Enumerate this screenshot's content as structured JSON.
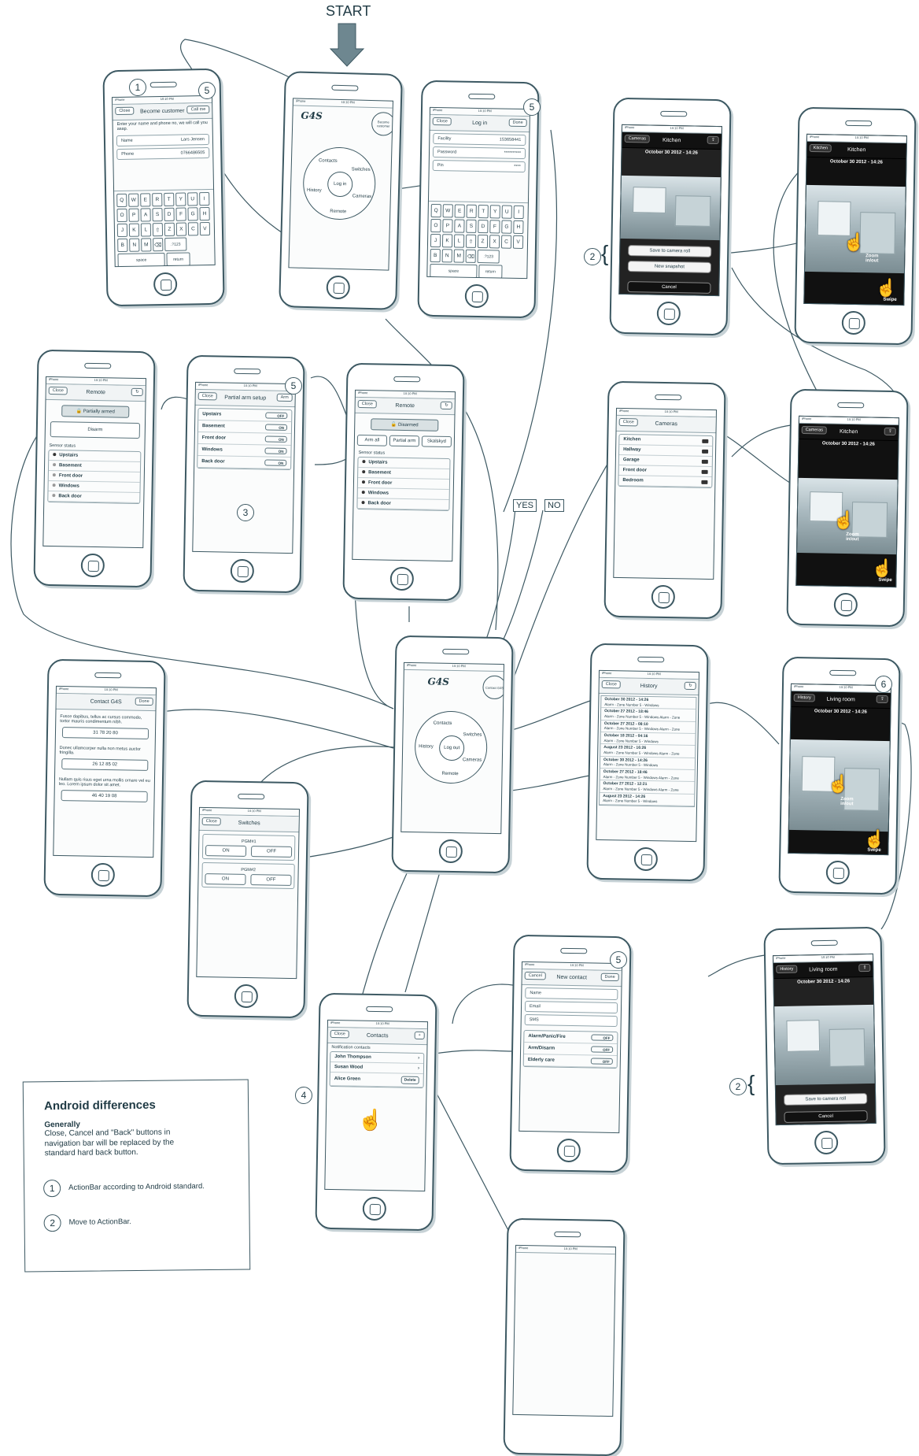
{
  "start_label": "START",
  "yes_label": "YES",
  "no_label": "NO",
  "badges": {
    "b1": "1",
    "b5a": "5",
    "b5b": "5",
    "b2a": "2",
    "b5c": "5",
    "b3": "3",
    "b6": "6",
    "b5d": "5",
    "b4": "4",
    "b2b": "2"
  },
  "status": {
    "carrier": "iPhone",
    "time": "10:10 PM"
  },
  "logo": "G4S",
  "become_customer_round": "Become customer",
  "contact_round": "Contact G4S",
  "wheel": {
    "contacts": "Contacts",
    "switches": "Switches",
    "history": "History",
    "cameras": "Cameras",
    "remote": "Remote",
    "login": "Log in",
    "logout": "Log out"
  },
  "become": {
    "title": "Become customer",
    "close": "Close",
    "call": "Call me",
    "intro": "Enter your name and phone no, we will call you asap.",
    "name_label": "Name",
    "name_value": "Lars Jensen",
    "phone_label": "Phone",
    "phone_value": "0766486505"
  },
  "login": {
    "title": "Log in",
    "close": "Close",
    "done": "Done",
    "facility_label": "Facility",
    "facility_value": "153658441",
    "password_label": "Password",
    "password_value": "**********",
    "pin_label": "Pin",
    "pin_value": "****"
  },
  "keyboard": {
    "row1": [
      "Q",
      "W",
      "E",
      "R",
      "T",
      "Y",
      "U",
      "I",
      "O",
      "P"
    ],
    "row2": [
      "A",
      "S",
      "D",
      "F",
      "G",
      "H",
      "J",
      "K",
      "L"
    ],
    "row3": [
      "Z",
      "X",
      "C",
      "V",
      "B",
      "N",
      "M"
    ],
    "num": ".?123",
    "space": "space",
    "ret": "return"
  },
  "kitchen_sheet": {
    "back": "Cameras",
    "title": "Kitchen",
    "date": "October 30 2012 - 14:26",
    "save": "Save to camera roll",
    "snapshot": "New snapshot",
    "cancel": "Cancel"
  },
  "kitchen_zoom": {
    "back": "Kitchen",
    "title": "Kitchen",
    "date": "October 30 2012 - 14:26",
    "zoom": "Zoom in/out",
    "swipe": "Swipe"
  },
  "kitchen_view": {
    "back": "Cameras",
    "title": "Kitchen",
    "date": "October 30 2012 - 14:26",
    "zoom": "Zoom in/out",
    "swipe": "Swipe"
  },
  "remote_partial": {
    "title": "Remote",
    "close": "Close",
    "state": "Partially armed",
    "disarm": "Disarm",
    "sensor_header": "Sensor status",
    "sensors": [
      "Upstairs",
      "Basement",
      "Front door",
      "Windows",
      "Back door"
    ]
  },
  "partial_arm": {
    "title": "Partial arm setup",
    "close": "Close",
    "arm": "Arm",
    "rows": [
      {
        "label": "Upstairs",
        "state": "OFF"
      },
      {
        "label": "Basement",
        "state": "ON"
      },
      {
        "label": "Front door",
        "state": "ON"
      },
      {
        "label": "Windows",
        "state": "ON"
      },
      {
        "label": "Back door",
        "state": "ON"
      }
    ]
  },
  "remote_disarmed": {
    "title": "Remote",
    "close": "Close",
    "state": "Disarmed",
    "arm_all": "Arm all",
    "partial": "Partial arm",
    "shell": "Skalskyd",
    "sensor_header": "Sensor status",
    "sensors": [
      "Upstairs",
      "Basement",
      "Front door",
      "Windows",
      "Back door"
    ]
  },
  "cameras": {
    "title": "Cameras",
    "close": "Close",
    "items": [
      "Kitchen",
      "Hallway",
      "Garage",
      "Front door",
      "Bedroom"
    ]
  },
  "contact_g4s": {
    "title": "Contact G4S",
    "done": "Done",
    "text1": "Fusce dapibus, tellus ac cursus commodo, tortor mauris condimentum nibh.",
    "phone1": "31 78 20 80",
    "text2": "Donec ullamcorper nulla non metus auctor fringilla.",
    "phone2": "26 12 85 02",
    "text3": "Nullam quis risus eget urna mollis ornare vel eu leo. Lorem ipsum dolor sit amet.",
    "phone3": "46 40 19 08"
  },
  "history": {
    "title": "History",
    "close": "Close",
    "entries": [
      {
        "date": "October 30 2012 - 14:26",
        "text": "Alarm - Zone Number 5 - Windows"
      },
      {
        "date": "October 27 2012 - 18:46",
        "text": "Alarm - Zone Number 5 - Windows Alarm - Zone"
      },
      {
        "date": "October 27 2012 - 08:10",
        "text": "Alarm - Zone Number 5 - Windows Alarm - Zone"
      },
      {
        "date": "October 18 2012 - 04:16",
        "text": "Alarm - Zone Number 5 - Windows"
      },
      {
        "date": "August 23 2012 - 16:26",
        "text": "Alarm - Zone Number 5 - Windows Alarm - Zone"
      },
      {
        "date": "October 30 2012 - 14:26",
        "text": "Alarm - Zone Number 5 - Windows"
      },
      {
        "date": "October 27 2012 - 18:46",
        "text": "Alarm - Zone Number 5 - Windows Alarm - Zone"
      },
      {
        "date": "October 27 2012 - 12:21",
        "text": "Alarm - Zone Number 5 - Windows Alarm - Zone"
      },
      {
        "date": "August 23 2012 - 14:26",
        "text": "Alarm - Zone Number 5 - Windows"
      }
    ]
  },
  "living_view": {
    "back": "History",
    "title": "Living room",
    "date": "October 30 2012 - 14:26",
    "zoom": "Zoom in/out",
    "swipe": "Swipe"
  },
  "switches": {
    "title": "Switches",
    "close": "Close",
    "pgm1": "PGM#1",
    "pgm2": "PGM#2",
    "on": "ON",
    "off": "OFF"
  },
  "new_contact": {
    "title": "New contact",
    "cancel": "Cancel",
    "done": "Done",
    "name": "Name",
    "email": "Email",
    "sms": "SMS",
    "rows": [
      {
        "label": "Alarm/Panic/Fire",
        "state": "OFF"
      },
      {
        "label": "Arm/Disarm",
        "state": "OFF"
      },
      {
        "label": "Elderly care",
        "state": "OFF"
      }
    ]
  },
  "contacts": {
    "title": "Contacts",
    "close": "Close",
    "add": "+",
    "section": "Notification contacts",
    "items": [
      "John Thompson",
      "Susan Wood",
      "Alice Green"
    ],
    "delete": "Delete"
  },
  "living_sheet": {
    "back": "History",
    "title": "Living room",
    "date": "October 30 2012 - 14:26",
    "save": "Save to camera roll",
    "cancel": "Cancel"
  },
  "android_notes": {
    "title": "Android differences",
    "subtitle": "Generally",
    "general": "Close, Cancel and \"Back\" buttons in navigation bar will be replaced by the standard hard back button.",
    "items": [
      {
        "n": "1",
        "text": "ActionBar according to Android standard."
      },
      {
        "n": "2",
        "text": "Move to ActionBar."
      }
    ]
  }
}
